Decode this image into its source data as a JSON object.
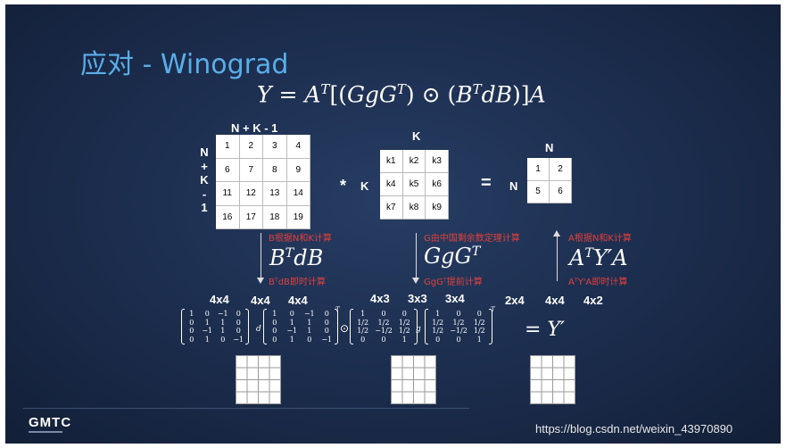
{
  "title": "应对 - Winograd",
  "formula": "Y = A^T[(GgG^T) ⊙ (B^T dB)]A",
  "input_matrix": {
    "top_label": "N + K - 1",
    "side_label": [
      "N",
      "+",
      "K",
      "-",
      "1"
    ],
    "cells": [
      "1",
      "2",
      "3",
      "4",
      "6",
      "7",
      "8",
      "9",
      "11",
      "12",
      "13",
      "14",
      "16",
      "17",
      "18",
      "19"
    ]
  },
  "kernel_matrix": {
    "top_label": "K",
    "side_label": "K",
    "cells": [
      "k1",
      "k2",
      "k3",
      "k4",
      "k5",
      "k6",
      "k7",
      "k8",
      "k9"
    ]
  },
  "output_matrix": {
    "top_label": "N",
    "side_label": "N",
    "cells": [
      "1",
      "2",
      "5",
      "6"
    ]
  },
  "operators": {
    "star": "*",
    "equals": "="
  },
  "steps": [
    {
      "top_note": "B根据N和K计算",
      "bottom_note": "BᵀdB即时计算"
    },
    {
      "top_note": "G由中国剩余数定理计算",
      "bottom_note": "GgGᵀ提前计算"
    },
    {
      "top_note": "A根据N和K计算",
      "bottom_note": "AᵀY'A即时计算"
    }
  ],
  "dims": [
    "4x4",
    "4x4",
    "4x4",
    "4x3",
    "3x3",
    "3x4",
    "2x4",
    "4x4",
    "4x2"
  ],
  "bt_matrix": [
    "1",
    "0",
    "−1",
    "0",
    "0",
    "1",
    "1",
    "0",
    "0",
    "−1",
    "1",
    "0",
    "0",
    "1",
    "0",
    "−1"
  ],
  "b_matrix": [
    "1",
    "0",
    "−1",
    "0",
    "0",
    "1",
    "1",
    "0",
    "0",
    "−1",
    "1",
    "0",
    "0",
    "1",
    "0",
    "−1"
  ],
  "g_matrix": [
    "1",
    "0",
    "0",
    "1/2",
    "1/2",
    "1/2",
    "1/2",
    "−1/2",
    "1/2",
    "0",
    "0",
    "1"
  ],
  "gt_matrix": [
    "1",
    "0",
    "0",
    "1/2",
    "1/2",
    "1/2",
    "1/2",
    "−1/2",
    "1/2",
    "0",
    "0",
    "1"
  ],
  "inner_vars": {
    "d": "d",
    "g": "g",
    "odot": "⊙",
    "transpose": "T"
  },
  "result": "= Y′",
  "logo": "GMTC",
  "watermark": "https://blog.csdn.net/weixin_43970890",
  "colors": {
    "title": "#5aaee8",
    "note": "#e0413c",
    "background": "#1b2c4c"
  }
}
